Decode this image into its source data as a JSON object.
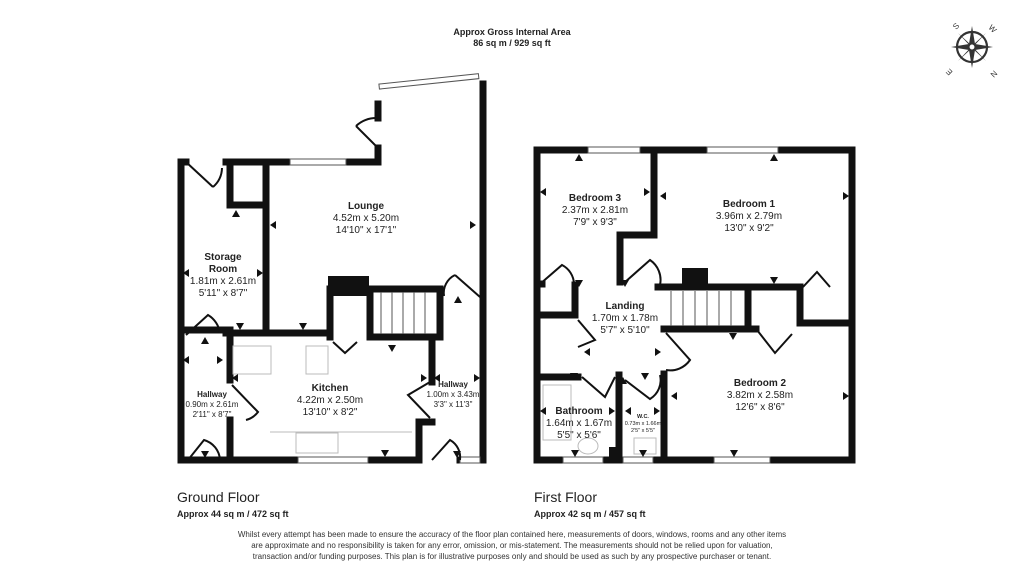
{
  "header": {
    "line1": "Approx Gross Internal Area",
    "line2": "86 sq m / 929 sq ft"
  },
  "compass": {
    "icon": "compass-rose-icon",
    "letters": [
      "S",
      "W",
      "E",
      "N"
    ]
  },
  "ground_floor": {
    "title": "Ground Floor",
    "area": "Approx 44 sq m / 472 sq ft",
    "rooms": [
      {
        "name": "Lounge",
        "metric": "4.52m x 5.20m",
        "imperial": "14'10\" x 17'1\""
      },
      {
        "name_line1": "Storage",
        "name_line2": "Room",
        "metric": "1.81m x 2.61m",
        "imperial": "5'11\" x 8'7\""
      },
      {
        "name": "Hallway",
        "metric": "0.90m x 2.61m",
        "imperial": "2'11\" x 8'7\""
      },
      {
        "name": "Kitchen",
        "metric": "4.22m x 2.50m",
        "imperial": "13'10\" x 8'2\""
      },
      {
        "name": "Hallway",
        "metric": "1.00m x 3.43m",
        "imperial": "3'3\" x 11'3\""
      }
    ]
  },
  "first_floor": {
    "title": "First Floor",
    "area": "Approx 42 sq m / 457 sq ft",
    "rooms": [
      {
        "name": "Bedroom 3",
        "metric": "2.37m x 2.81m",
        "imperial": "7'9\" x 9'3\""
      },
      {
        "name": "Bedroom 1",
        "metric": "3.96m x 2.79m",
        "imperial": "13'0\" x 9'2\""
      },
      {
        "name": "Landing",
        "metric": "1.70m x 1.78m",
        "imperial": "5'7\" x 5'10\""
      },
      {
        "name": "Bathroom",
        "metric": "1.64m x 1.67m",
        "imperial": "5'5\" x 5'6\""
      },
      {
        "name": "W.C.",
        "metric": "0.73m x 1.66m",
        "imperial": "2'5\" x 5'5\""
      },
      {
        "name": "Bedroom 2",
        "metric": "3.82m x 2.58m",
        "imperial": "12'6\" x 8'6\""
      }
    ]
  },
  "disclaimer": "Whilst every attempt has been made to ensure the accuracy of the floor plan contained here, measurements of doors, windows, rooms and any other items are approximate and no responsibility is taken for any error, omission, or mis-statement. The measurements should not be relied upon for valuation, transaction and/or funding purposes. This plan is for illustrative purposes only and should be used as such by any prospective purchaser or tenant.",
  "colors": {
    "wall": "#111111",
    "fixture": "#bbbbbb",
    "text": "#222222"
  }
}
